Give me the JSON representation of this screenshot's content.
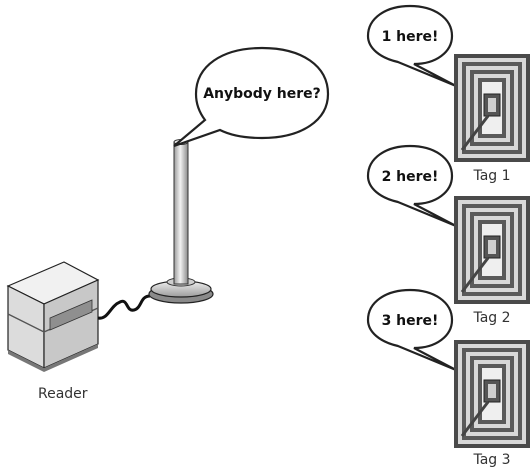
{
  "reader": {
    "query_bubble": "Anybody here?",
    "label": "Reader"
  },
  "tags": [
    {
      "response": "1 here!",
      "label": "Tag 1"
    },
    {
      "response": "2 here!",
      "label": "Tag 2"
    },
    {
      "response": "3 here!",
      "label": "Tag 3"
    }
  ],
  "colors": {
    "outline": "#222222",
    "device_light": "#e6e6e6",
    "device_mid": "#bdbdbd",
    "device_dark": "#8c8c8c",
    "tag_light": "#d8d8d8",
    "tag_dark": "#666666"
  }
}
